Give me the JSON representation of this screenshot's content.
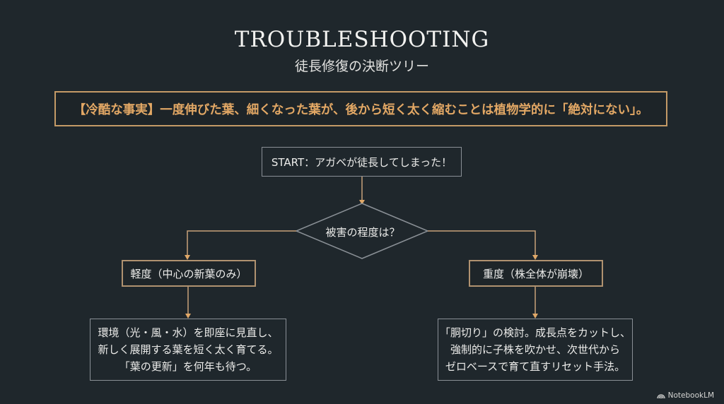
{
  "header": {
    "title": "TROUBLESHOOTING",
    "subtitle": "徒長修復の決断ツリー"
  },
  "fact_box": {
    "text": "【冷酷な事実】一度伸びた葉、細くなった葉が、後から短く太く縮むことは植物学的に「絶対にない」。"
  },
  "flow": {
    "start": "START：アガベが徒長してしまった！",
    "decision": "被害の程度は？",
    "branches": [
      {
        "label": "軽度（中心の新葉のみ）",
        "detail": "環境（光・風・水）を即座に見直し、\n新しく展開する葉を短く太く育てる。\n「葉の更新」を何年も待つ。"
      },
      {
        "label": "重度（株全体が崩壊）",
        "detail": "「胴切り」の検討。成長点をカットし、\n強制的に子株を吹かせ、次世代から\nゼロベースで育て直すリセット手法。"
      }
    ]
  },
  "colors": {
    "background": "#1f272c",
    "accent": "#e3a865",
    "accent_border": "#c49a66",
    "connector": "#c9a27a",
    "neutral_border": "#8a9096"
  },
  "brand": {
    "icon": "notebooklm-icon",
    "label": "NotebookLM"
  }
}
